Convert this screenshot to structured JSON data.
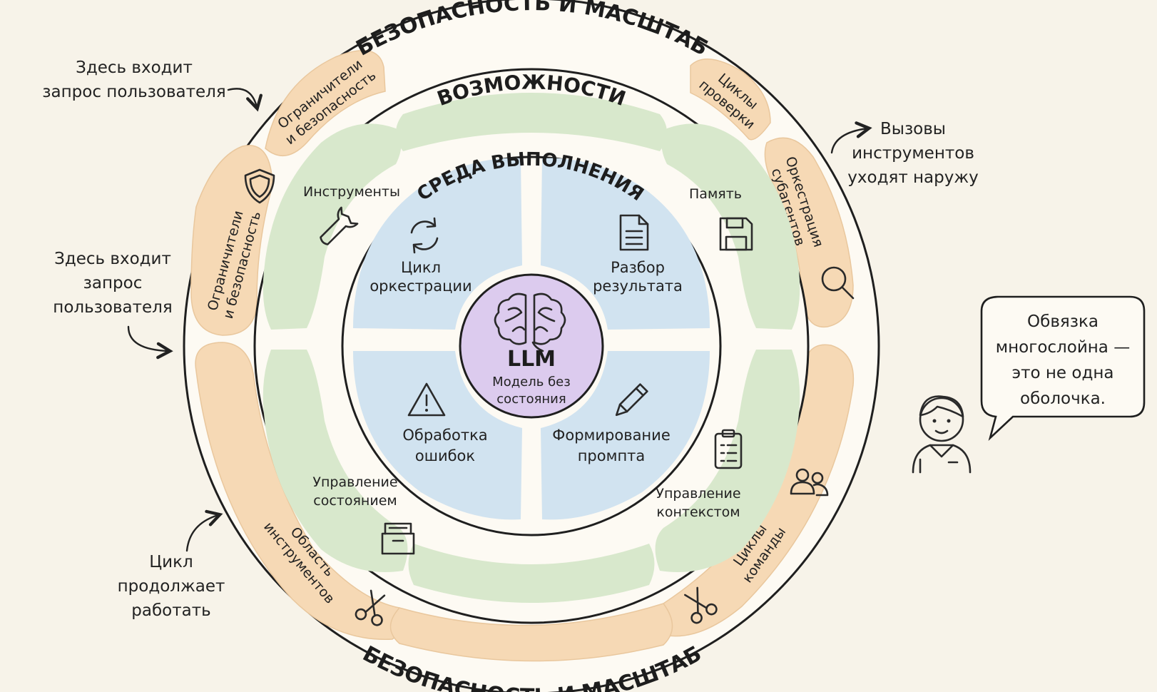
{
  "colors": {
    "background": "#f7f3e9",
    "security_ring": "#f6d9b5",
    "capability_ring": "#d8e8cc",
    "runtime_ring": "#d1e3f0",
    "core": "#dccbee"
  },
  "outer_ring": {
    "title_top": "БЕЗОПАСНОСТЬ И МАСШТАБ",
    "title_bottom": "БЕЗОПАСНОСТЬ И МАСШТАБ",
    "segments": [
      {
        "lines": [
          "Ограничители",
          "и безопасность"
        ],
        "icon": "none"
      },
      {
        "lines": [
          "Циклы",
          "проверки"
        ],
        "icon": "none"
      },
      {
        "lines": [
          "Ограничители",
          "и безопасность"
        ],
        "icon": "shield-icon"
      },
      {
        "lines": [
          "Оркестрация",
          "субагентов"
        ],
        "icon": "magnifier-icon"
      },
      {
        "lines": [
          "Циклы",
          "команды"
        ],
        "icon": "team-icon"
      },
      {
        "lines": [
          "Область",
          "инструментов"
        ],
        "icon": "scissors-icon"
      }
    ]
  },
  "capability_ring": {
    "title": "ВОЗМОЖНОСТИ",
    "segments": [
      {
        "lines": [
          "Инструменты"
        ],
        "icon": "wrench-icon"
      },
      {
        "lines": [
          "Память"
        ],
        "icon": "floppy-disk-icon"
      },
      {
        "lines": [
          "Управление",
          "состоянием"
        ],
        "icon": "file-box-icon"
      },
      {
        "lines": [
          "Управление",
          "контекстом"
        ],
        "icon": "checklist-icon"
      }
    ]
  },
  "runtime_ring": {
    "title": "СРЕДА ВЫПОЛНЕНИЯ",
    "segments": [
      {
        "lines": [
          "Цикл",
          "оркестрации"
        ],
        "icon": "refresh-icon"
      },
      {
        "lines": [
          "Разбор",
          "результата"
        ],
        "icon": "document-icon"
      },
      {
        "lines": [
          "Обработка",
          "ошибок"
        ],
        "icon": "warning-icon"
      },
      {
        "lines": [
          "Формирование",
          "промпта"
        ],
        "icon": "pencil-icon"
      }
    ]
  },
  "core": {
    "title": "LLM",
    "subtitle_lines": [
      "Модель без",
      "состояния"
    ],
    "icon": "brain-icon"
  },
  "annotations": [
    {
      "lines": [
        "Здесь входит",
        "запрос пользователя"
      ]
    },
    {
      "lines": [
        "Здесь входит",
        "запрос",
        "пользователя"
      ]
    },
    {
      "lines": [
        "Цикл",
        "продолжает",
        "работать"
      ]
    },
    {
      "lines": [
        "Вызовы",
        "инструментов",
        "уходят наружу"
      ]
    }
  ],
  "speech_bubble": {
    "lines": [
      "Обвязка",
      "многослойна —",
      "это не одна",
      "оболочка."
    ]
  }
}
